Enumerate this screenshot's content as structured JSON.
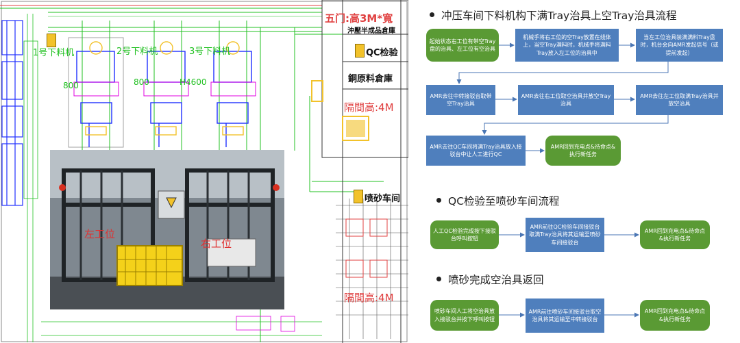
{
  "cad": {
    "station_labels": [
      "1号下料机",
      "2号下料机",
      "3号下料机"
    ],
    "dimension_labels": [
      "800",
      "800",
      "H4600"
    ],
    "building_notes": [
      "五门:高3M*寬",
      "沖壓半成品倉庫",
      "QC检验",
      "銅原料倉庫",
      "隔間高:4M",
      "喷砂车间",
      "隔間高:4M"
    ],
    "photo_labels": [
      "左工位",
      "右工位"
    ]
  },
  "sections": [
    {
      "title": "冲压车间下料机构下满Tray治具上空Tray治具流程",
      "nodes": [
        {
          "text": "起始状态右工位有带空Tray盘的治具、左工位有空治具",
          "style": "green"
        },
        {
          "text": "机械手将右工位的空Tray放置在线体上，当空Tray满料时，机械手将满料Tray放入左工位的治具中",
          "style": "blue"
        },
        {
          "text": "当左工位治具装满满料Tray盘时，机台会向AMR发起信号（或提前发起）",
          "style": "blue"
        },
        {
          "text": "AMR去往中转接驳台取带空Tray治具",
          "style": "blue"
        },
        {
          "text": "AMR去往右工位取空治具并放空Tray治具",
          "style": "blue"
        },
        {
          "text": "AMR去往左工位取满Tray治具并放空治具",
          "style": "blue"
        },
        {
          "text": "AMR去往QC车间将满Tray治具放入接驳台中让人工进行QC",
          "style": "blue"
        },
        {
          "text": "AMR回到充电点&待命点&执行新任务",
          "style": "green"
        }
      ]
    },
    {
      "title": "QC检验至喷砂车间流程",
      "nodes": [
        {
          "text": "人工QC检验完成按下接驳台呼叫按钮",
          "style": "green"
        },
        {
          "text": "AMR前往QC检验车间接驳台取满Tray治具将其运输至喷砂车间接驳台",
          "style": "blue"
        },
        {
          "text": "AMR回到充电点&待命点&执行新任务",
          "style": "green"
        }
      ]
    },
    {
      "title": "喷砂完成空治具返回",
      "nodes": [
        {
          "text": "喷砂车间人工将空治具放入接驳台并按下呼叫按钮",
          "style": "green"
        },
        {
          "text": "AMR前往喷砂车间接驳台取空治具将其运输至中转接驳台",
          "style": "blue"
        },
        {
          "text": "AMR回到充电点&待命点&执行新任务",
          "style": "green"
        }
      ]
    }
  ],
  "colors": {
    "flow_green": "#5a9a34",
    "flow_blue": "#4f7fbd",
    "arrow": "#4a76b4",
    "cad_green": "#20c020",
    "cad_blue": "#2030ff",
    "cad_red": "#e04040",
    "tag_yellow": "#f2c22a"
  }
}
